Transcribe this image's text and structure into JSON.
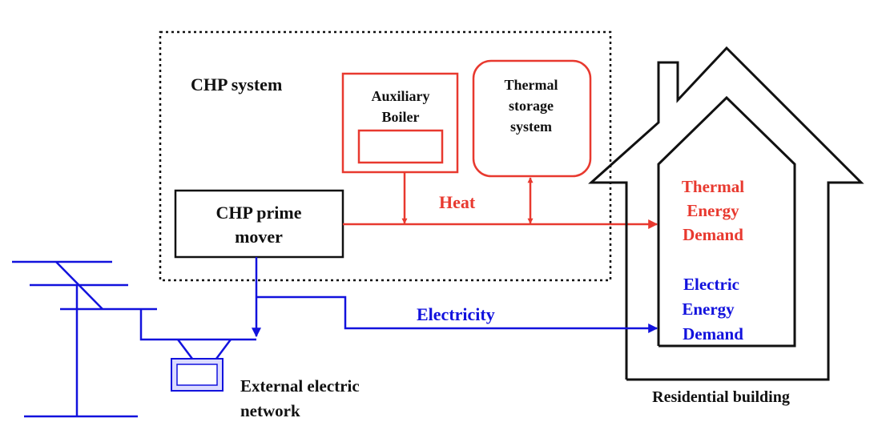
{
  "colors": {
    "black": "#111111",
    "heat": "#e8392f",
    "electric": "#1212dd"
  },
  "chp_system": {
    "label": "CHP system"
  },
  "aux_boiler": {
    "line1": "Auxiliary",
    "line2": "Boiler"
  },
  "thermal_storage": {
    "line1": "Thermal",
    "line2": "storage",
    "line3": "system"
  },
  "prime_mover": {
    "line1": "CHP prime",
    "line2": "mover"
  },
  "flows": {
    "heat": "Heat",
    "electricity": "Electricity"
  },
  "demands": {
    "thermal": [
      "Thermal",
      "Energy",
      "Demand"
    ],
    "electric": [
      "Electric",
      "Energy",
      "Demand"
    ]
  },
  "building": {
    "label": "Residential building"
  },
  "grid": {
    "line1": "External electric",
    "line2": "network"
  }
}
